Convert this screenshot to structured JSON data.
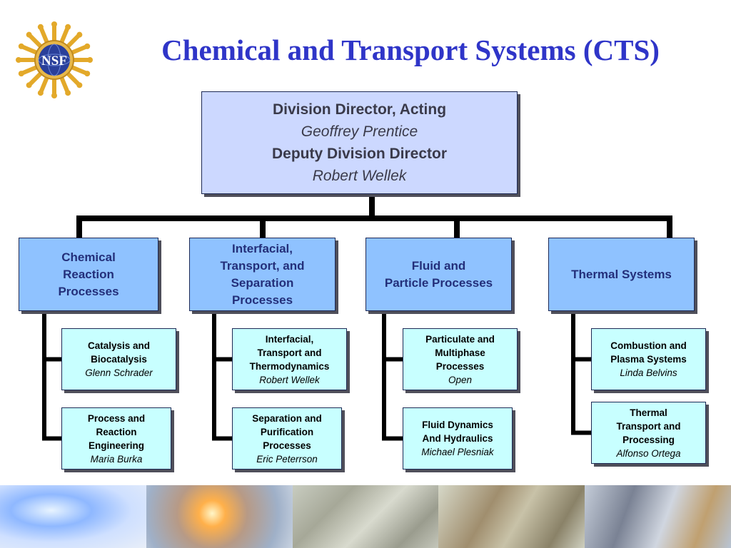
{
  "title": "Chemical and Transport Systems (CTS)",
  "logo": {
    "text": "NSF",
    "icon": "nsf-logo"
  },
  "director_box": {
    "line1": "Division Director, Acting",
    "line2": "Geoffrey Prentice",
    "line3": "Deputy Division Director",
    "line4": "Robert Wellek"
  },
  "clusters": [
    {
      "lines": [
        "Chemical",
        "Reaction",
        "Processes"
      ],
      "programs": [
        {
          "title_lines": [
            "Catalysis and",
            "Biocatalysis"
          ],
          "director": "Glenn Schrader"
        },
        {
          "title_lines": [
            "Process and",
            "Reaction",
            "Engineering"
          ],
          "director": "Maria Burka"
        }
      ]
    },
    {
      "lines": [
        "Interfacial,",
        "Transport, and",
        "Separation",
        "Processes"
      ],
      "programs": [
        {
          "title_lines": [
            "Interfacial,",
            "Transport and",
            "Thermodynamics"
          ],
          "director": "Robert Wellek"
        },
        {
          "title_lines": [
            "Separation and",
            "Purification",
            "Processes"
          ],
          "director": "Eric Peterrson"
        }
      ]
    },
    {
      "lines": [
        "Fluid and",
        "Particle Processes"
      ],
      "programs": [
        {
          "title_lines": [
            "Particulate and",
            "Multiphase",
            "Processes"
          ],
          "director": "Open"
        },
        {
          "title_lines": [
            "Fluid Dynamics",
            "And Hydraulics"
          ],
          "director": "Michael Plesniak"
        }
      ]
    },
    {
      "lines": [
        "Thermal Systems"
      ],
      "programs": [
        {
          "title_lines": [
            "Combustion and",
            "Plasma Systems"
          ],
          "director": "Linda Belvins"
        },
        {
          "title_lines": [
            "Thermal",
            "Transport and",
            "Processing"
          ],
          "director": "Alfonso Ortega"
        }
      ]
    }
  ],
  "colors": {
    "title": "#2f35c8",
    "director_box": "#ccd8ff",
    "cluster_box": "#8fc2ff",
    "program_box": "#c8ffff",
    "connector": "#000000"
  }
}
